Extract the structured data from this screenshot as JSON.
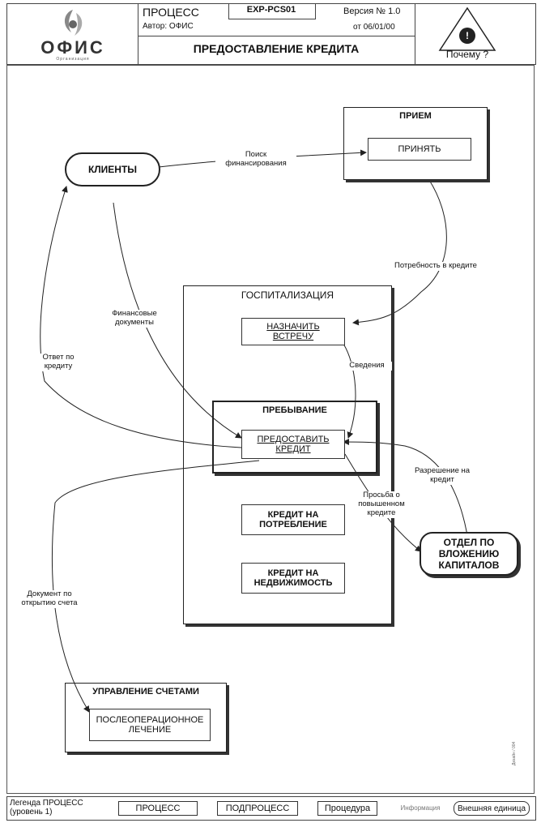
{
  "header": {
    "logo_text": "ОФИС",
    "logo_sub": "Организация",
    "type": "ПРОЦЕСС",
    "code": "EXP-PCS01",
    "version": "Версия № 1.0",
    "author": "Автор: ОФИС",
    "date": "от 06/01/00",
    "title": "ПРЕДОСТАВЛЕНИЕ КРЕДИТА",
    "why": "Почему ?"
  },
  "externals": {
    "clients": "КЛИЕНТЫ",
    "investment_dept": "ОТДЕЛ ПО ВЛОЖЕНИЮ КАПИТАЛОВ"
  },
  "groups": {
    "reception": "ПРИЕМ",
    "hospitalization": "ГОСПИТАЛИЗАЦИЯ",
    "stay": "ПРЕБЫВАНИЕ",
    "accounts": "УПРАВЛЕНИЕ СЧЕТАМИ"
  },
  "processes": {
    "accept": "ПРИНЯТЬ",
    "appoint": "НАЗНАЧИТЬ ВСТРЕЧУ",
    "grant": "ПРЕДОСТАВИТЬ КРЕДИТ",
    "consumer": "КРЕДИТ НА ПОТРЕБЛЕНИЕ",
    "realestate": "КРЕДИТ НА НЕДВИЖИМОСТЬ",
    "postop": "ПОСЛЕОПЕРАЦИОННОЕ ЛЕЧЕНИЕ"
  },
  "flows": {
    "search_funding": "Поиск финансирования",
    "credit_need": "Потребность в кредите",
    "fin_docs": "Финансовые документы",
    "credit_answer": "Ответ по кредиту",
    "info": "Сведения",
    "permission": "Разрешение на кредит",
    "increased_request": "Просьба о повышенном кредите",
    "account_doc": "Документ по открытию счета"
  },
  "legend": {
    "title": "Легенда ПРОЦЕСС (уровень 1)",
    "items": [
      "ПРОЦЕСС",
      "ПОДПРОЦЕСС",
      "Процедура",
      "Информация",
      "Внешняя единица"
    ]
  },
  "side_note": "Дизайн / 004"
}
